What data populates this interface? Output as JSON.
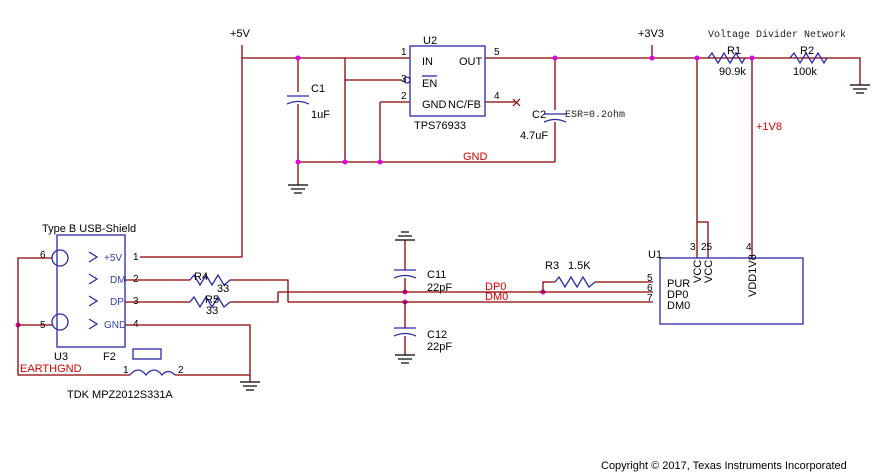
{
  "rails": {
    "v5": "+5V",
    "v3v3": "+3V3",
    "v1v8": "+1V8",
    "gnd": "GND",
    "earthgnd": "EARTHGND"
  },
  "divider_title": "Voltage Divider Network",
  "u2": {
    "ref": "U2",
    "part": "TPS76933",
    "pin_in": "IN",
    "pin_out": "OUT",
    "pin_en": "EN",
    "pin_gnd": "GND",
    "pin_nc": "NC/FB",
    "n1": "1",
    "n2": "2",
    "n3": "3",
    "n4": "4",
    "n5": "5"
  },
  "c1": {
    "ref": "C1",
    "value": "1uF"
  },
  "c2": {
    "ref": "C2",
    "value": "4.7uF",
    "note": "ESR=0.2ohm"
  },
  "r1": {
    "ref": "R1",
    "value": "90.9k"
  },
  "r2": {
    "ref": "R2",
    "value": "100k"
  },
  "usb": {
    "title": "Type B USB-Shield",
    "p_5v": "+5V",
    "p_dm": "DM",
    "p_dp": "DP",
    "p_gnd": "GND",
    "u3": "U3",
    "f2": "F2",
    "n1": "1",
    "n2": "2",
    "n3": "3",
    "n4": "4",
    "n5": "5",
    "n6": "6"
  },
  "r4": {
    "ref": "R4",
    "value": "33"
  },
  "r5": {
    "ref": "R5",
    "value": "33"
  },
  "r3": {
    "ref": "R3",
    "value": "1.5K"
  },
  "c11": {
    "ref": "C11",
    "value": "22pF"
  },
  "c12": {
    "ref": "C12",
    "value": "22pF"
  },
  "nets": {
    "dp0": "DP0",
    "dm0": "DM0"
  },
  "u1": {
    "ref": "U1",
    "pur": "PUR",
    "dp0": "DP0",
    "dm0": "DM0",
    "vcc_a": "VCC",
    "vcc_b": "VCC",
    "vdd": "VDD1V8",
    "n3": "3",
    "n25": "25",
    "n4": "4",
    "n5": "5",
    "n6": "6",
    "n7": "7"
  },
  "ferrite": {
    "part": "TDK MPZ2012S331A",
    "n1": "1",
    "n2": "2"
  },
  "copyright": "Copyright © 2017, Texas Instruments Incorporated"
}
